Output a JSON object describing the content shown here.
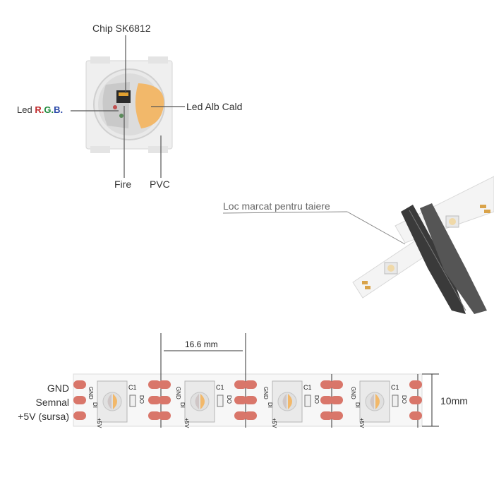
{
  "chip": {
    "chip_label": "Chip SK6812",
    "led_word": "Led",
    "r": "R",
    "g": "G",
    "b": "B",
    "white_led_label": "Led Alb Cald",
    "wire_label": "Fire",
    "pvc_label": "PVC"
  },
  "cut": {
    "label": "Loc marcat pentru taiere"
  },
  "strip": {
    "pitch_label": "16.6 mm",
    "width_label": "10mm",
    "pin_labels": [
      "GND",
      "Semnal",
      "+5V (sursa)"
    ],
    "pad_gnd": "GND",
    "pad_di": "DI",
    "pad_do": "DO",
    "pad_5v": "+5V",
    "cap": "C1"
  },
  "colors": {
    "pad": "#d9766a",
    "warm_white": "#f2b86a",
    "strip": "#f7f7f7",
    "scissors": "#3a3a3a"
  }
}
